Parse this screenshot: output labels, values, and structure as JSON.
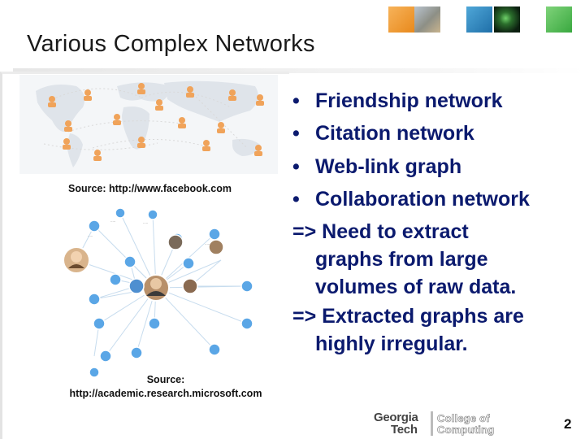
{
  "slide": {
    "title": "Various Complex Networks",
    "page_number": "2"
  },
  "images": {
    "world_map_source": "Source: http://www.facebook.com",
    "collab_source_line1": "Source:",
    "collab_source_line2": "http://academic.research.microsoft.com"
  },
  "bullets": [
    "Friendship network",
    "Citation network",
    "Web-link graph",
    "Collaboration network"
  ],
  "conclusions": [
    {
      "line1": "=> Need to extract",
      "cont": [
        "graphs from large",
        "volumes of raw data."
      ]
    },
    {
      "line1": "=> Extracted graphs are",
      "cont": [
        "highly irregular."
      ]
    }
  ],
  "footer": {
    "logo_word1": "Georgia",
    "logo_word2": "Tech",
    "logo_dept1": "College of",
    "logo_dept2": "Computing"
  },
  "colors": {
    "bullet_text": "#0b1a6e",
    "graph_node": "#5aa6e6",
    "person_icon": "#f0a35a"
  }
}
